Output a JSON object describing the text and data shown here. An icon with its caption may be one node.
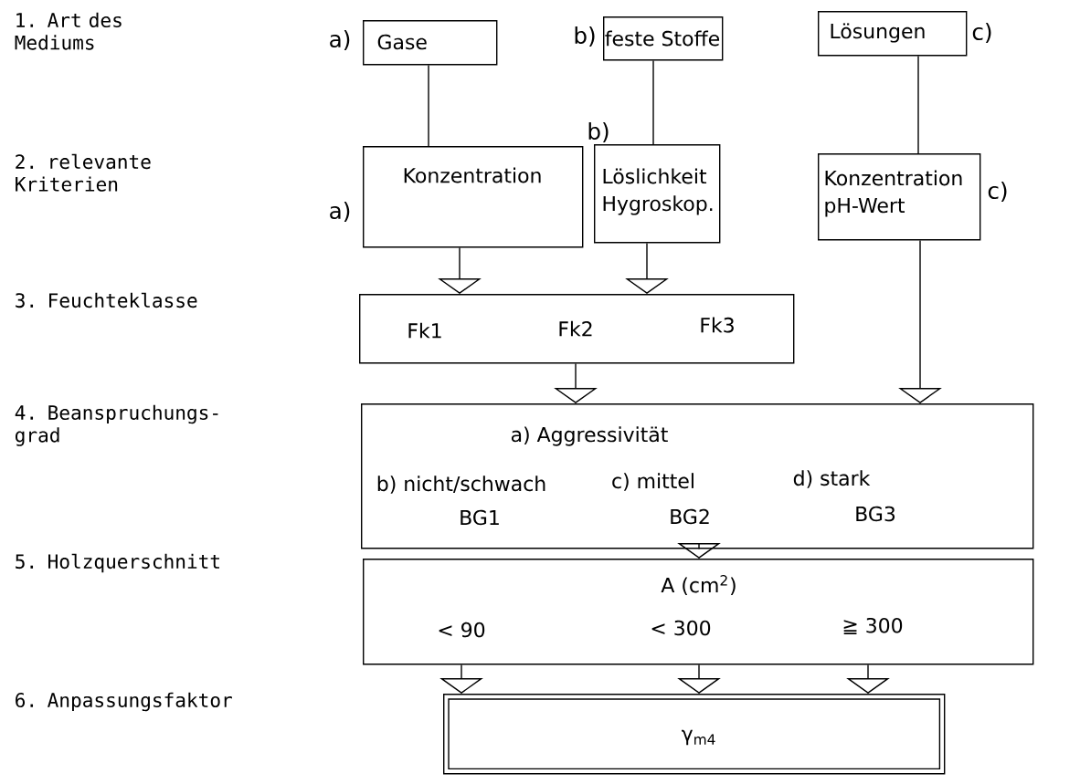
{
  "diagram": {
    "nodes": [
      {
        "text": [
          "Gase"
        ],
        "beside": [
          "a)"
        ]
      },
      {
        "text": [
          "feste Stoffe"
        ],
        "beside": [
          "b)"
        ]
      },
      {
        "text": [
          "Lösungen"
        ],
        "beside": [
          "c)"
        ]
      },
      {
        "text": [
          "Konzentration"
        ],
        "beside": [
          "a)"
        ]
      },
      {
        "text": [
          "Löslichkeit Hygroskop."
        ],
        "beside": [
          "b)"
        ]
      },
      {
        "text": [
          "Konzentration pH-Wert"
        ],
        "beside": [
          "c)"
        ]
      },
      {
        "text": [
          "Fk1",
          "Fk2",
          "Fk3"
        ]
      },
      {
        "text": [
          "a) Aggressivität",
          "b) nicht/schwach",
          "c) mittel",
          "d) stark",
          "BG1",
          "BG2",
          "BG3"
        ]
      },
      {
        "text": [
          "A (cm$^{2}$)",
          "< 90",
          "< 300",
          "≧ 300"
        ]
      },
      {
        "text": [
          "γ$_{m4}$"
        ]
      }
    ],
    "edges": [
      {
        "from": 0,
        "to": 3,
        "arrow": "none"
      },
      {
        "from": 1,
        "to": 4,
        "arrow": "none"
      },
      {
        "from": 2,
        "to": 5,
        "arrow": "none"
      },
      {
        "from": 3,
        "to": 6,
        "arrow": "to"
      },
      {
        "from": 4,
        "to": 6,
        "arrow": "to"
      },
      {
        "from": 6,
        "to": 7,
        "arrow": "to"
      },
      {
        "from": 5,
        "to": 7,
        "arrow": "to"
      },
      {
        "from": 7,
        "to": 8,
        "arrow": "to"
      },
      {
        "from": 8,
        "to": 9,
        "arrow": "to"
      },
      {
        "from": 8,
        "to": 9,
        "arrow": "to"
      },
      {
        "from": 8,
        "to": 9,
        "arrow": "to"
      }
    ],
    "labels": [
      "1. Art des Mediums",
      "2. relevante Kriterien",
      "3. Feuchteklasse",
      "4. Beanspruchungs- grad",
      "5. Holzquerschnitt",
      "6. Anpassungsfaktor"
    ]
  }
}
